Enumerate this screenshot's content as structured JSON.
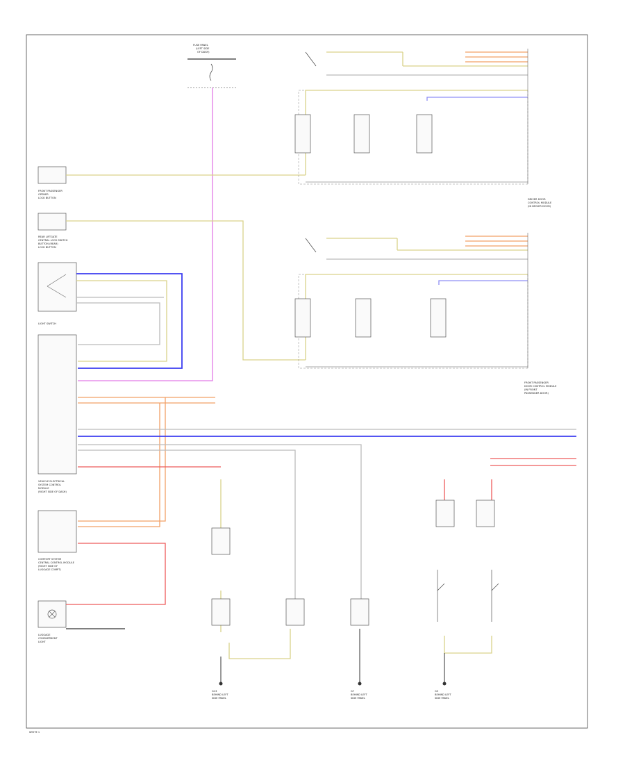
{
  "colors": {
    "yellow": "#d9d28a",
    "violet": "#e27ae6",
    "blue": "#3b3df0",
    "blue_light": "#8f8ff5",
    "orange": "#f2a066",
    "red": "#ee5a5a",
    "green": "#7ed87e",
    "gray": "#bbbbbb",
    "black": "#333333"
  },
  "labels": {
    "left_front_module": [
      "FRONT PASSENGER",
      "OPENER",
      "LOCK BUTTON"
    ],
    "left_mid_module": [
      "REAR LIFTGATE",
      "CENTRAL LOCK SWITCH",
      "BUTTON (REAR)",
      "LOCK BUTTON"
    ],
    "light_switch": "LIGHT SWITCH",
    "left_main_module": [
      "VEHICLE ELECTRICAL",
      "SYSTEM CONTROL",
      "MODULE",
      "(RIGHT SIDE OF DASH)"
    ],
    "comfort_module": [
      "COMFORT SYSTEM",
      "CENTRAL CONTROL MODULE",
      "(RIGHT SIDE OF",
      "LUGGAGE COMPT)"
    ],
    "luggage_light": [
      "LUGGAGE",
      "COMPARTMENT",
      "LIGHT"
    ],
    "top_fuse_box": [
      "FUSE PANEL",
      "(LEFT SIDE",
      "OF DASH)"
    ],
    "right_upper_module": [
      "DRIVER DOOR",
      "CONTROL MODULE",
      "(IN DRIVER DOOR)"
    ],
    "right_lower_module": [
      "FRONT PASSENGER",
      "DOOR CONTROL MODULE",
      "(IN FRONT",
      "PASSENGER DOOR)"
    ],
    "ground_1": [
      "G13",
      "BEHIND LEFT",
      "SIDE PANEL"
    ],
    "ground_2": [
      "G7",
      "BEHIND LEFT",
      "SIDE PANEL"
    ],
    "ground_3": [
      "G5",
      "BEHIND LEFT",
      "SIDE PANEL"
    ],
    "page_tag": "WHITE 1"
  },
  "wire_codes": {
    "yel": "YEL",
    "vio": "VIO",
    "blu": "BLU",
    "org": "ORG",
    "red": "RED",
    "grn": "GRN",
    "brn": "BRN",
    "gry": "GRY"
  }
}
